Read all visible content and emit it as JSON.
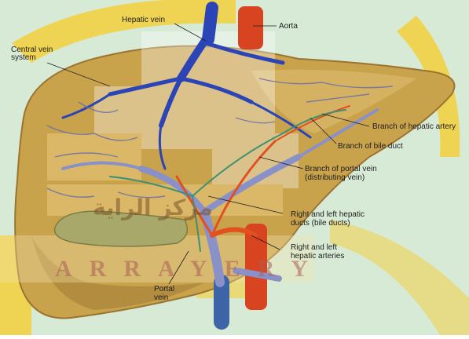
{
  "labels": {
    "hepatic_vein": "Hepatic vein",
    "aorta": "Aorta",
    "central_vein_line1": "Central vein",
    "central_vein_line2": "system",
    "branch_hepatic_artery": "Branch of hepatic artery",
    "branch_bile_duct": "Branch of bile duct",
    "branch_portal_line1": "Branch of portal vein",
    "branch_portal_line2": "(distributing vein)",
    "rl_ducts_line1": "Right and left hepatic",
    "rl_ducts_line2": "ducts (bile ducts)",
    "rl_arteries_line1": "Right and left",
    "rl_arteries_line2": "hepatic arteries",
    "portal_line1": "Portal",
    "portal_line2": "vein"
  },
  "watermark": {
    "latin": "ARRAYERY",
    "arabic": "مركز الراية"
  },
  "colors": {
    "background": "#d7ead6",
    "liver": "#c9a24c",
    "liver_dark": "#9a7430",
    "gallbladder": "#a8a86a",
    "aorta": "#d8441f",
    "hepatic_vein": "#2b44b6",
    "portal_vein": "#8a90c8",
    "bile_duct": "#3f8f72",
    "watermark_yellow": "#f3cf3c"
  }
}
